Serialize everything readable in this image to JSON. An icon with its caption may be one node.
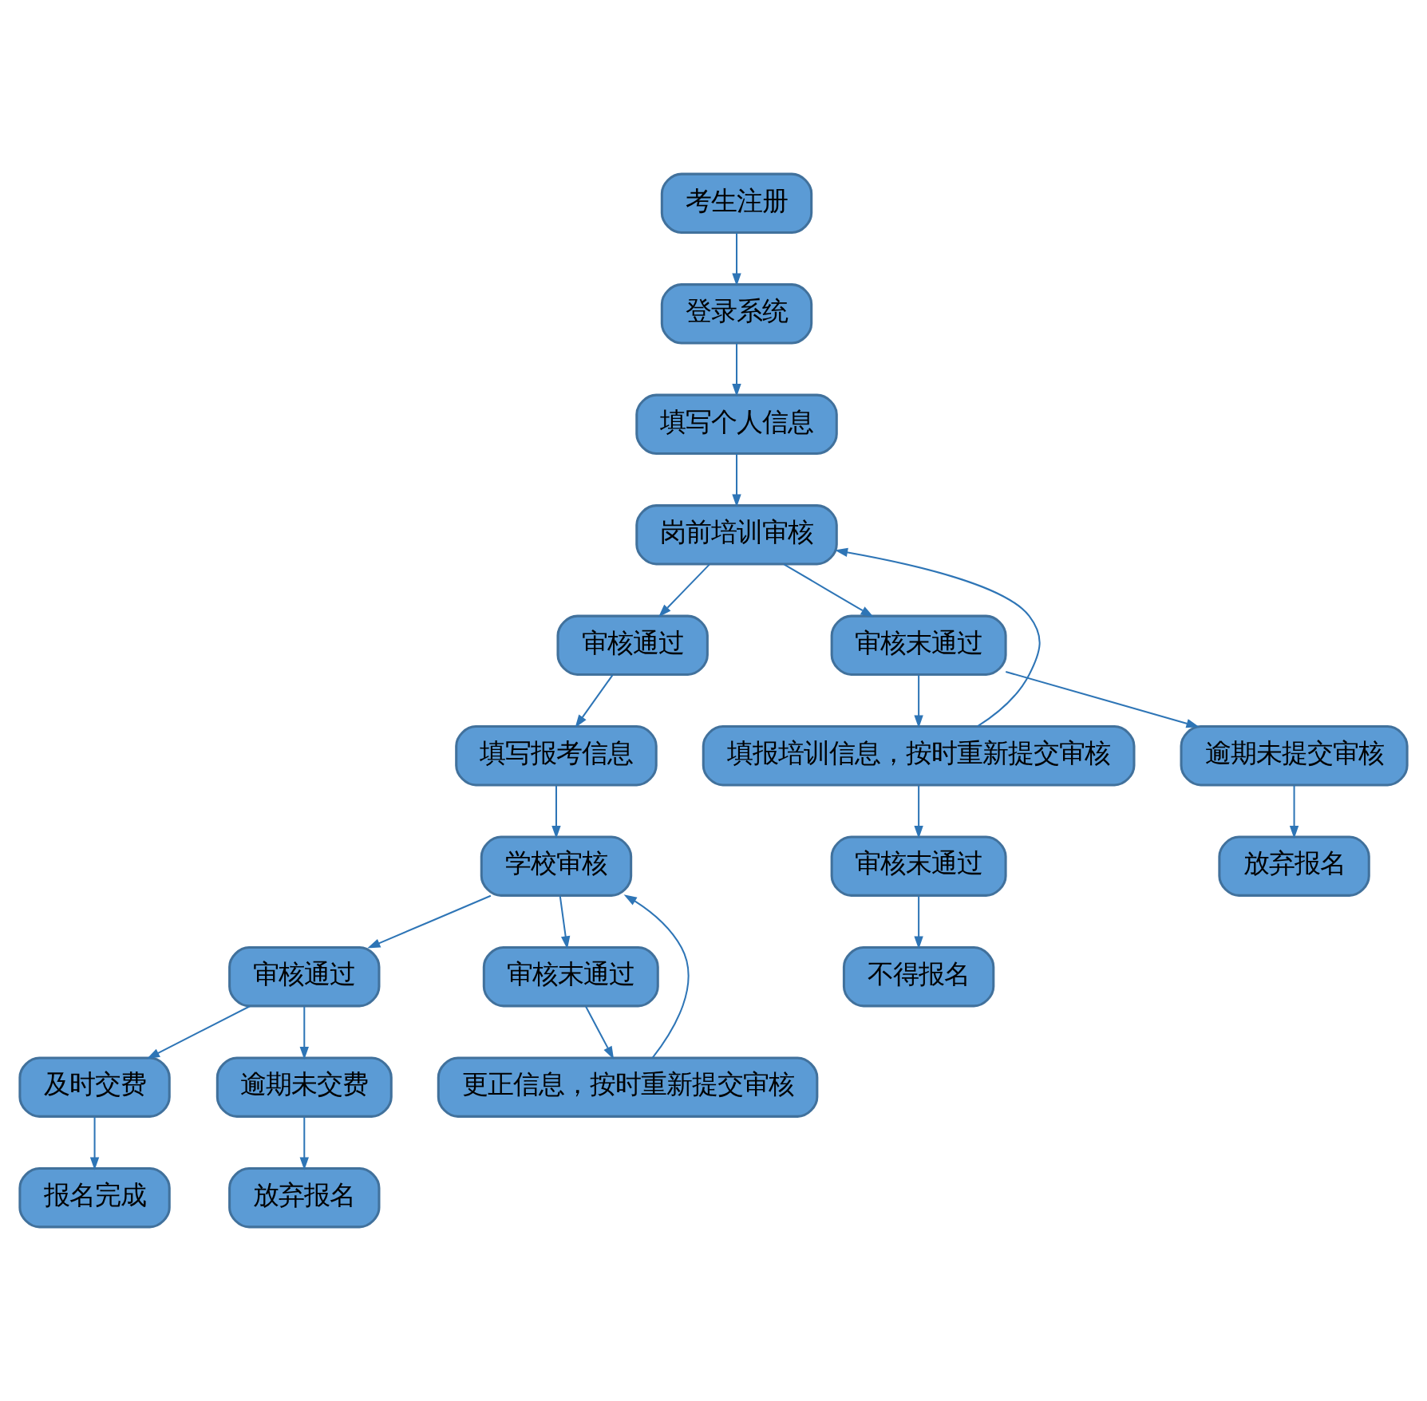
{
  "diagram": {
    "nodes": [
      {
        "text": [
          "考生注册"
        ]
      },
      {
        "text": [
          "登录系统"
        ]
      },
      {
        "text": [
          "填写个人信息"
        ]
      },
      {
        "text": [
          "岗前培训审核"
        ]
      },
      {
        "text": [
          "审核通过"
        ]
      },
      {
        "text": [
          "审核末通过"
        ]
      },
      {
        "text": [
          "填写报考信息"
        ]
      },
      {
        "text": [
          "填报培训信息，按时重新提交审核"
        ]
      },
      {
        "text": [
          "逾期未提交审核"
        ]
      },
      {
        "text": [
          "学校审核"
        ]
      },
      {
        "text": [
          "审核通过"
        ]
      },
      {
        "text": [
          "审核末通过"
        ]
      },
      {
        "text": [
          "审核末通过"
        ]
      },
      {
        "text": [
          "放弃报名"
        ]
      },
      {
        "text": [
          "更正信息，按时重新提交审核"
        ]
      },
      {
        "text": [
          "不得报名"
        ]
      },
      {
        "text": [
          "及时交费"
        ]
      },
      {
        "text": [
          "逾期未交费"
        ]
      },
      {
        "text": [
          "报名完成"
        ]
      },
      {
        "text": [
          "放弃报名"
        ]
      }
    ],
    "edges": [
      {
        "from": 0,
        "to": 1,
        "arrow": "to"
      },
      {
        "from": 1,
        "to": 2,
        "arrow": "to"
      },
      {
        "from": 2,
        "to": 3,
        "arrow": "to"
      },
      {
        "from": 3,
        "to": 4,
        "arrow": "to"
      },
      {
        "from": 3,
        "to": 5,
        "arrow": "to"
      },
      {
        "from": 4,
        "to": 6,
        "arrow": "to"
      },
      {
        "from": 5,
        "to": 7,
        "arrow": "to"
      },
      {
        "from": 5,
        "to": 8,
        "arrow": "to"
      },
      {
        "from": 7,
        "to": 3,
        "arrow": "to"
      },
      {
        "from": 7,
        "to": 12,
        "arrow": "to"
      },
      {
        "from": 12,
        "to": 15,
        "arrow": "to"
      },
      {
        "from": 8,
        "to": 13,
        "arrow": "to"
      },
      {
        "from": 6,
        "to": 9,
        "arrow": "to"
      },
      {
        "from": 9,
        "to": 10,
        "arrow": "to"
      },
      {
        "from": 9,
        "to": 11,
        "arrow": "to"
      },
      {
        "from": 11,
        "to": 14,
        "arrow": "to"
      },
      {
        "from": 14,
        "to": 9,
        "arrow": "to"
      },
      {
        "from": 10,
        "to": 16,
        "arrow": "to"
      },
      {
        "from": 10,
        "to": 17,
        "arrow": "to"
      },
      {
        "from": 16,
        "to": 18,
        "arrow": "to"
      },
      {
        "from": 17,
        "to": 19,
        "arrow": "to"
      }
    ]
  }
}
